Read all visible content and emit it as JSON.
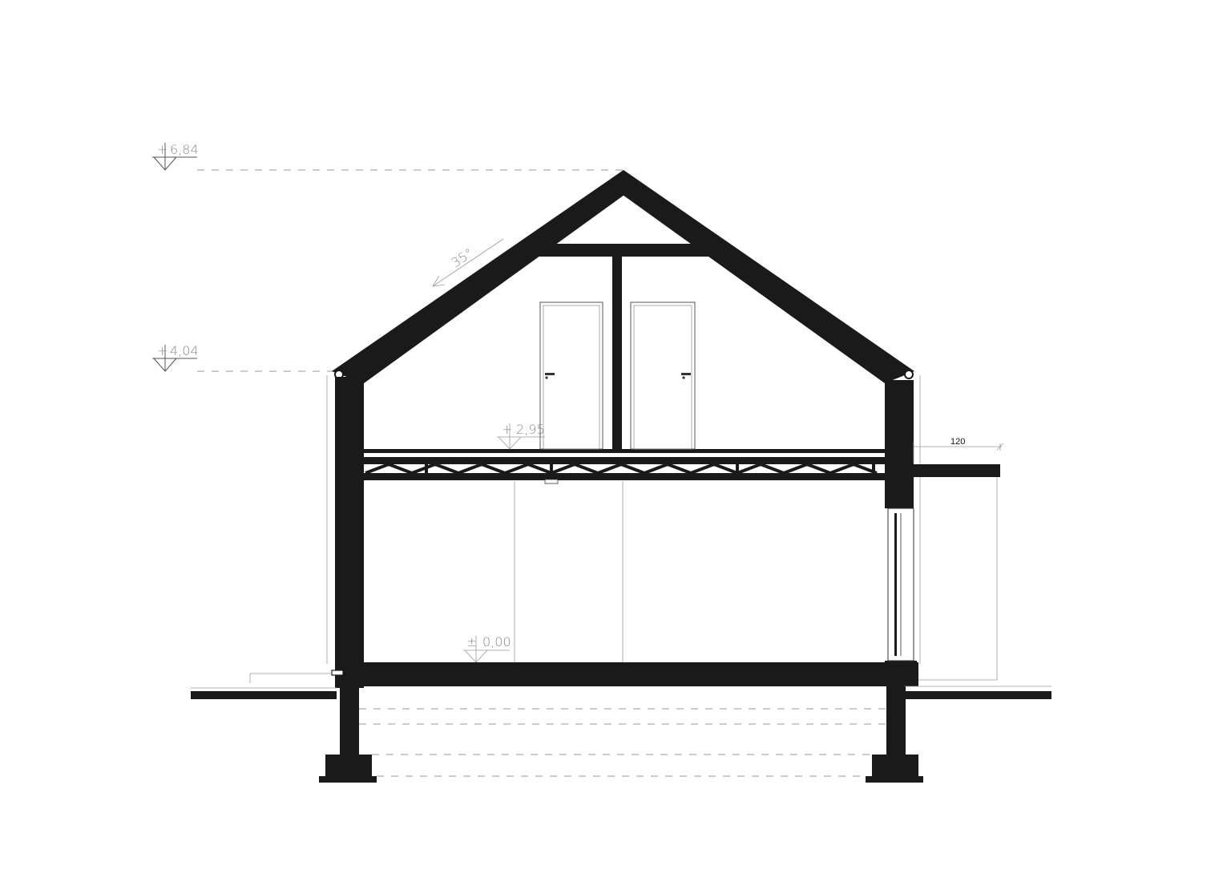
{
  "levels": {
    "ridge": "6,84",
    "eave": "4,04",
    "attic_floor": "2,95",
    "ground_floor": "0,00"
  },
  "level_signs": {
    "ridge": "+",
    "eave": "+",
    "attic_floor": "+",
    "ground_floor": "±"
  },
  "roof_pitch": "35°",
  "overhang_dimension": "120",
  "colors": {
    "structure": "#1a1a1a",
    "annotation": "#8a8a8a",
    "background": "#ffffff"
  }
}
